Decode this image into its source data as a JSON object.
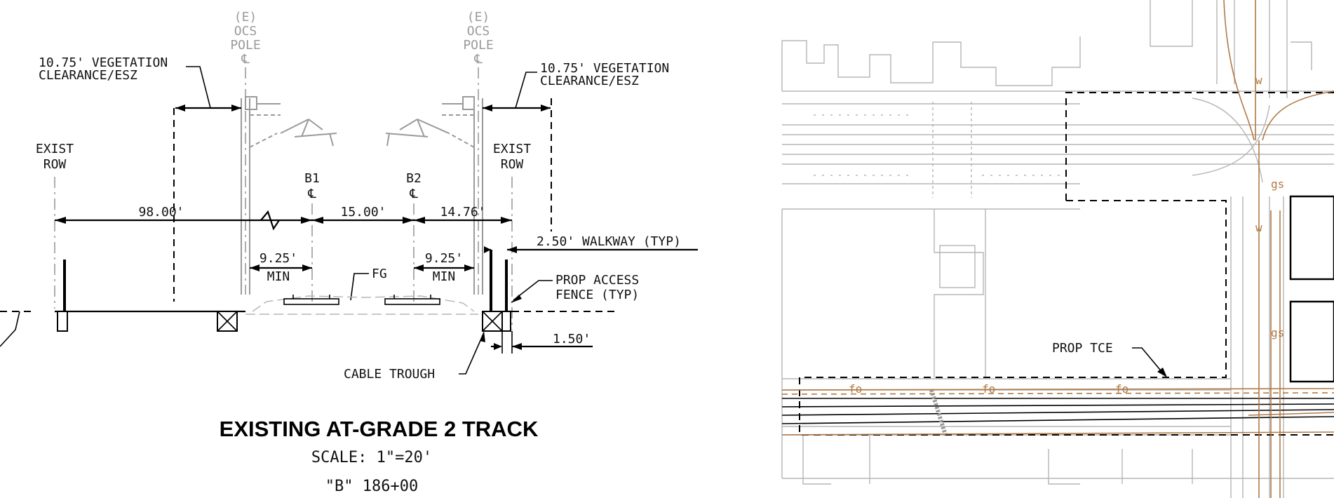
{
  "section": {
    "pole_left": [
      "(E)",
      "OCS",
      "POLE",
      "℄"
    ],
    "pole_right": [
      "(E)",
      "OCS",
      "POLE",
      "℄"
    ],
    "veg_left": [
      "10.75' VEGETATION",
      "CLEARANCE/ESZ"
    ],
    "veg_right": [
      "10.75' VEGETATION",
      "CLEARANCE/ESZ"
    ],
    "exist_row_left": [
      "EXIST",
      "ROW"
    ],
    "exist_row_right": [
      "EXIST",
      "ROW"
    ],
    "b1": [
      "B1",
      "℄"
    ],
    "b2": [
      "B2",
      "℄"
    ],
    "dim_98": "98.00'",
    "dim_15": "15.00'",
    "dim_1476": "14.76'",
    "dim_925_left": [
      "9.25'",
      "MIN"
    ],
    "dim_925_right": [
      "9.25'",
      "MIN"
    ],
    "walkway": "2.50' WALKWAY (TYP)",
    "fg": "FG",
    "fence": [
      "PROP ACCESS",
      "FENCE (TYP)"
    ],
    "dim_150": "1.50'",
    "cable_trough": "CABLE TROUGH",
    "title": "EXISTING AT-GRADE 2 TRACK",
    "scale": "SCALE: 1\"=20'",
    "station": "\"B\" 186+00"
  },
  "plan": {
    "prop_tce": "PROP TCE",
    "utility_fo": "fo",
    "utility_w": "w",
    "utility_gs": "gs",
    "line_color": "#b07a45"
  }
}
